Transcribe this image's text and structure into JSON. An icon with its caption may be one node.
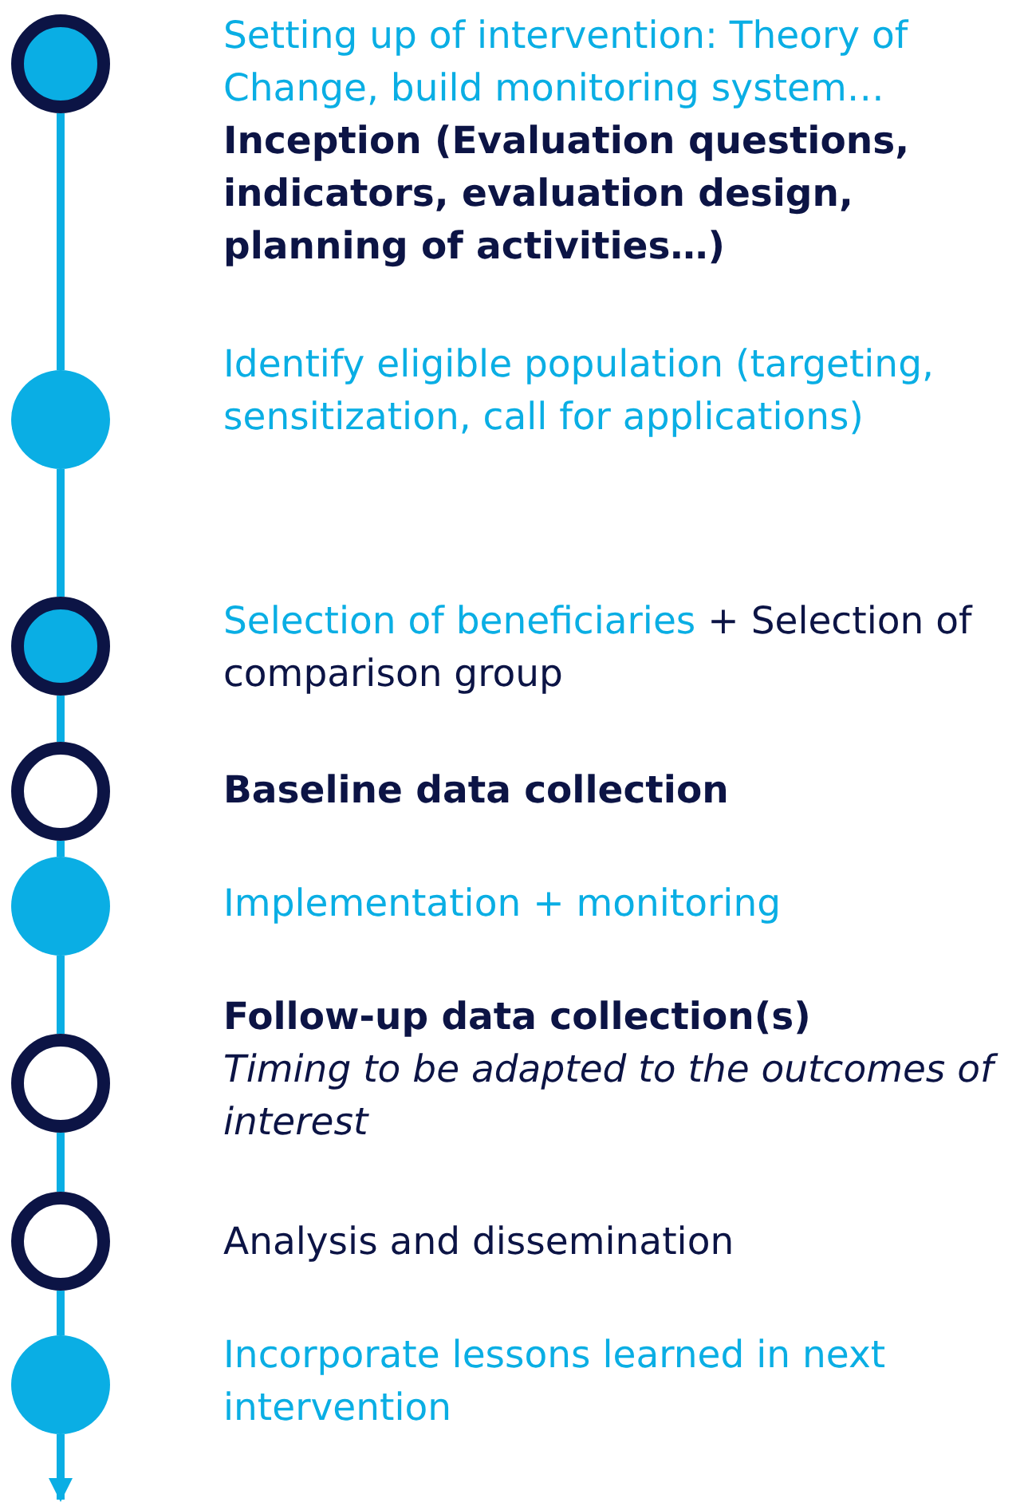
{
  "diagram": {
    "nodes": [
      {
        "text": [],
        "shape": "circle",
        "beside": [
          "Setting up of intervention: Theory of Change, build monitoring system…",
          "Inception (Evaluation questions, indicators, evaluation design, planning of activities…)"
        ]
      },
      {
        "text": [],
        "shape": "circle",
        "beside": [
          "Identify eligible population (targeting, sensitization, call for applications)"
        ]
      },
      {
        "text": [],
        "shape": "circle",
        "beside": [
          "Selection of beneficiaries",
          "+ Selection of comparison group"
        ]
      },
      {
        "text": [],
        "shape": "circle",
        "beside": [
          "Baseline data collection"
        ]
      },
      {
        "text": [],
        "shape": "circle",
        "beside": [
          "Implementation + monitoring"
        ]
      },
      {
        "text": [],
        "shape": "circle",
        "beside": [
          "Follow-up data collection(s)",
          "Timing to be adapted to the outcomes of interest"
        ]
      },
      {
        "text": [],
        "shape": "circle",
        "beside": [
          "Analysis and dissemination"
        ]
      },
      {
        "text": [],
        "shape": "circle",
        "beside": [
          "Incorporate lessons learned in next intervention"
        ]
      }
    ],
    "edges": [
      {
        "from": 0,
        "to": 1,
        "arrow": "none"
      },
      {
        "from": 1,
        "to": 2,
        "arrow": "none"
      },
      {
        "from": 2,
        "to": 3,
        "arrow": "none"
      },
      {
        "from": 3,
        "to": 4,
        "arrow": "none"
      },
      {
        "from": 4,
        "to": 5,
        "arrow": "none"
      },
      {
        "from": 5,
        "to": 6,
        "arrow": "none"
      },
      {
        "from": 6,
        "to": 7,
        "arrow": "none"
      },
      {
        "from": 7,
        "to": null,
        "arrow": "to"
      }
    ]
  }
}
